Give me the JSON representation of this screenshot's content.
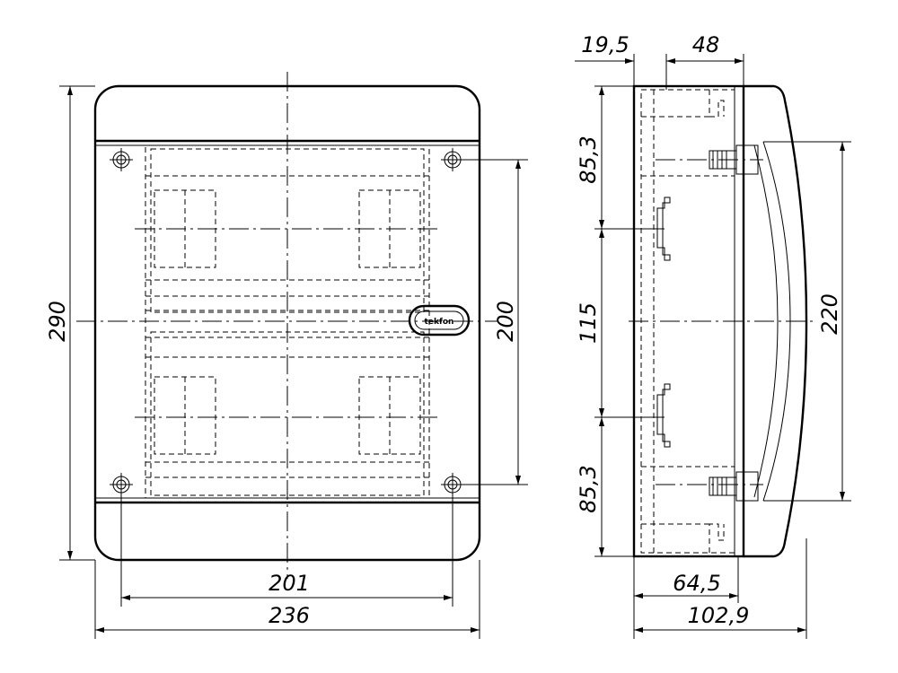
{
  "front_view": {
    "height_label": "290",
    "inner_height_label": "200",
    "inner_width_label": "201",
    "width_label": "236",
    "logo_text": "tekfon"
  },
  "side_view": {
    "top_offset_label": "19,5",
    "top_depth_label": "48",
    "upper_pitch_label": "85,3",
    "middle_pitch_label": "115",
    "lower_pitch_label": "85,3",
    "door_height_label": "220",
    "bottom_depth_label": "64,5",
    "overall_depth_label": "102,9"
  }
}
